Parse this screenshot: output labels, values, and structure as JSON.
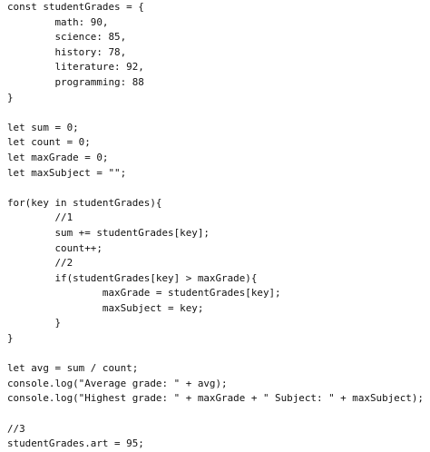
{
  "code": {
    "lines": [
      "const studentGrades = {",
      "        math: 90,",
      "        science: 85,",
      "        history: 78,",
      "        literature: 92,",
      "        programming: 88",
      "}",
      "",
      "let sum = 0;",
      "let count = 0;",
      "let maxGrade = 0;",
      "let maxSubject = \"\";",
      "",
      "for(key in studentGrades){",
      "        //1",
      "        sum += studentGrades[key];",
      "        count++;",
      "        //2",
      "        if(studentGrades[key] > maxGrade){",
      "                maxGrade = studentGrades[key];",
      "                maxSubject = key;",
      "        }",
      "}",
      "",
      "let avg = sum / count;",
      "console.log(\"Average grade: \" + avg);",
      "console.log(\"Highest grade: \" + maxGrade + \" Subject: \" + maxSubject);",
      "",
      "//3",
      "studentGrades.art = 95;"
    ]
  }
}
